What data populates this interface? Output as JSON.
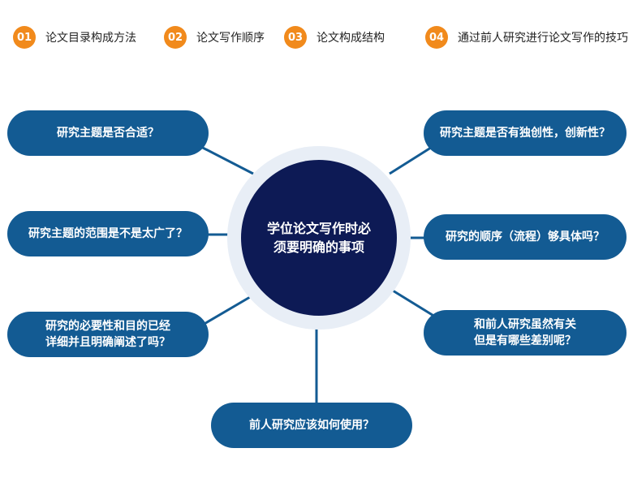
{
  "colors": {
    "accent_orange": "#f18a1c",
    "pill_blue": "#135b93",
    "hub_navy": "#0d1a55",
    "hub_ring": "#e8eef6"
  },
  "tabs": [
    {
      "number": "01",
      "label": "论文目录构成方法"
    },
    {
      "number": "02",
      "label": "论文写作顺序"
    },
    {
      "number": "03",
      "label": "论文构成结构"
    },
    {
      "number": "04",
      "label": "通过前人研究进行论文写作的技巧"
    }
  ],
  "center": {
    "line1": "学位论文写作时必",
    "line2": "须要明确的事项"
  },
  "nodes": {
    "left_top": "研究主题是否合适？",
    "left_middle": "研究主题的范围是不是太广了？",
    "left_bottom_line1": "研究的必要性和目的已经",
    "left_bottom_line2": "详细并且明确阐述了吗？",
    "right_top": "研究主题是否有独创性，创新性？",
    "right_middle": "研究的顺序（流程）够具体吗？",
    "right_bottom_line1": "和前人研究虽然有关",
    "right_bottom_line2": "但是有哪些差别呢？",
    "bottom": "前人研究应该如何使用？"
  }
}
